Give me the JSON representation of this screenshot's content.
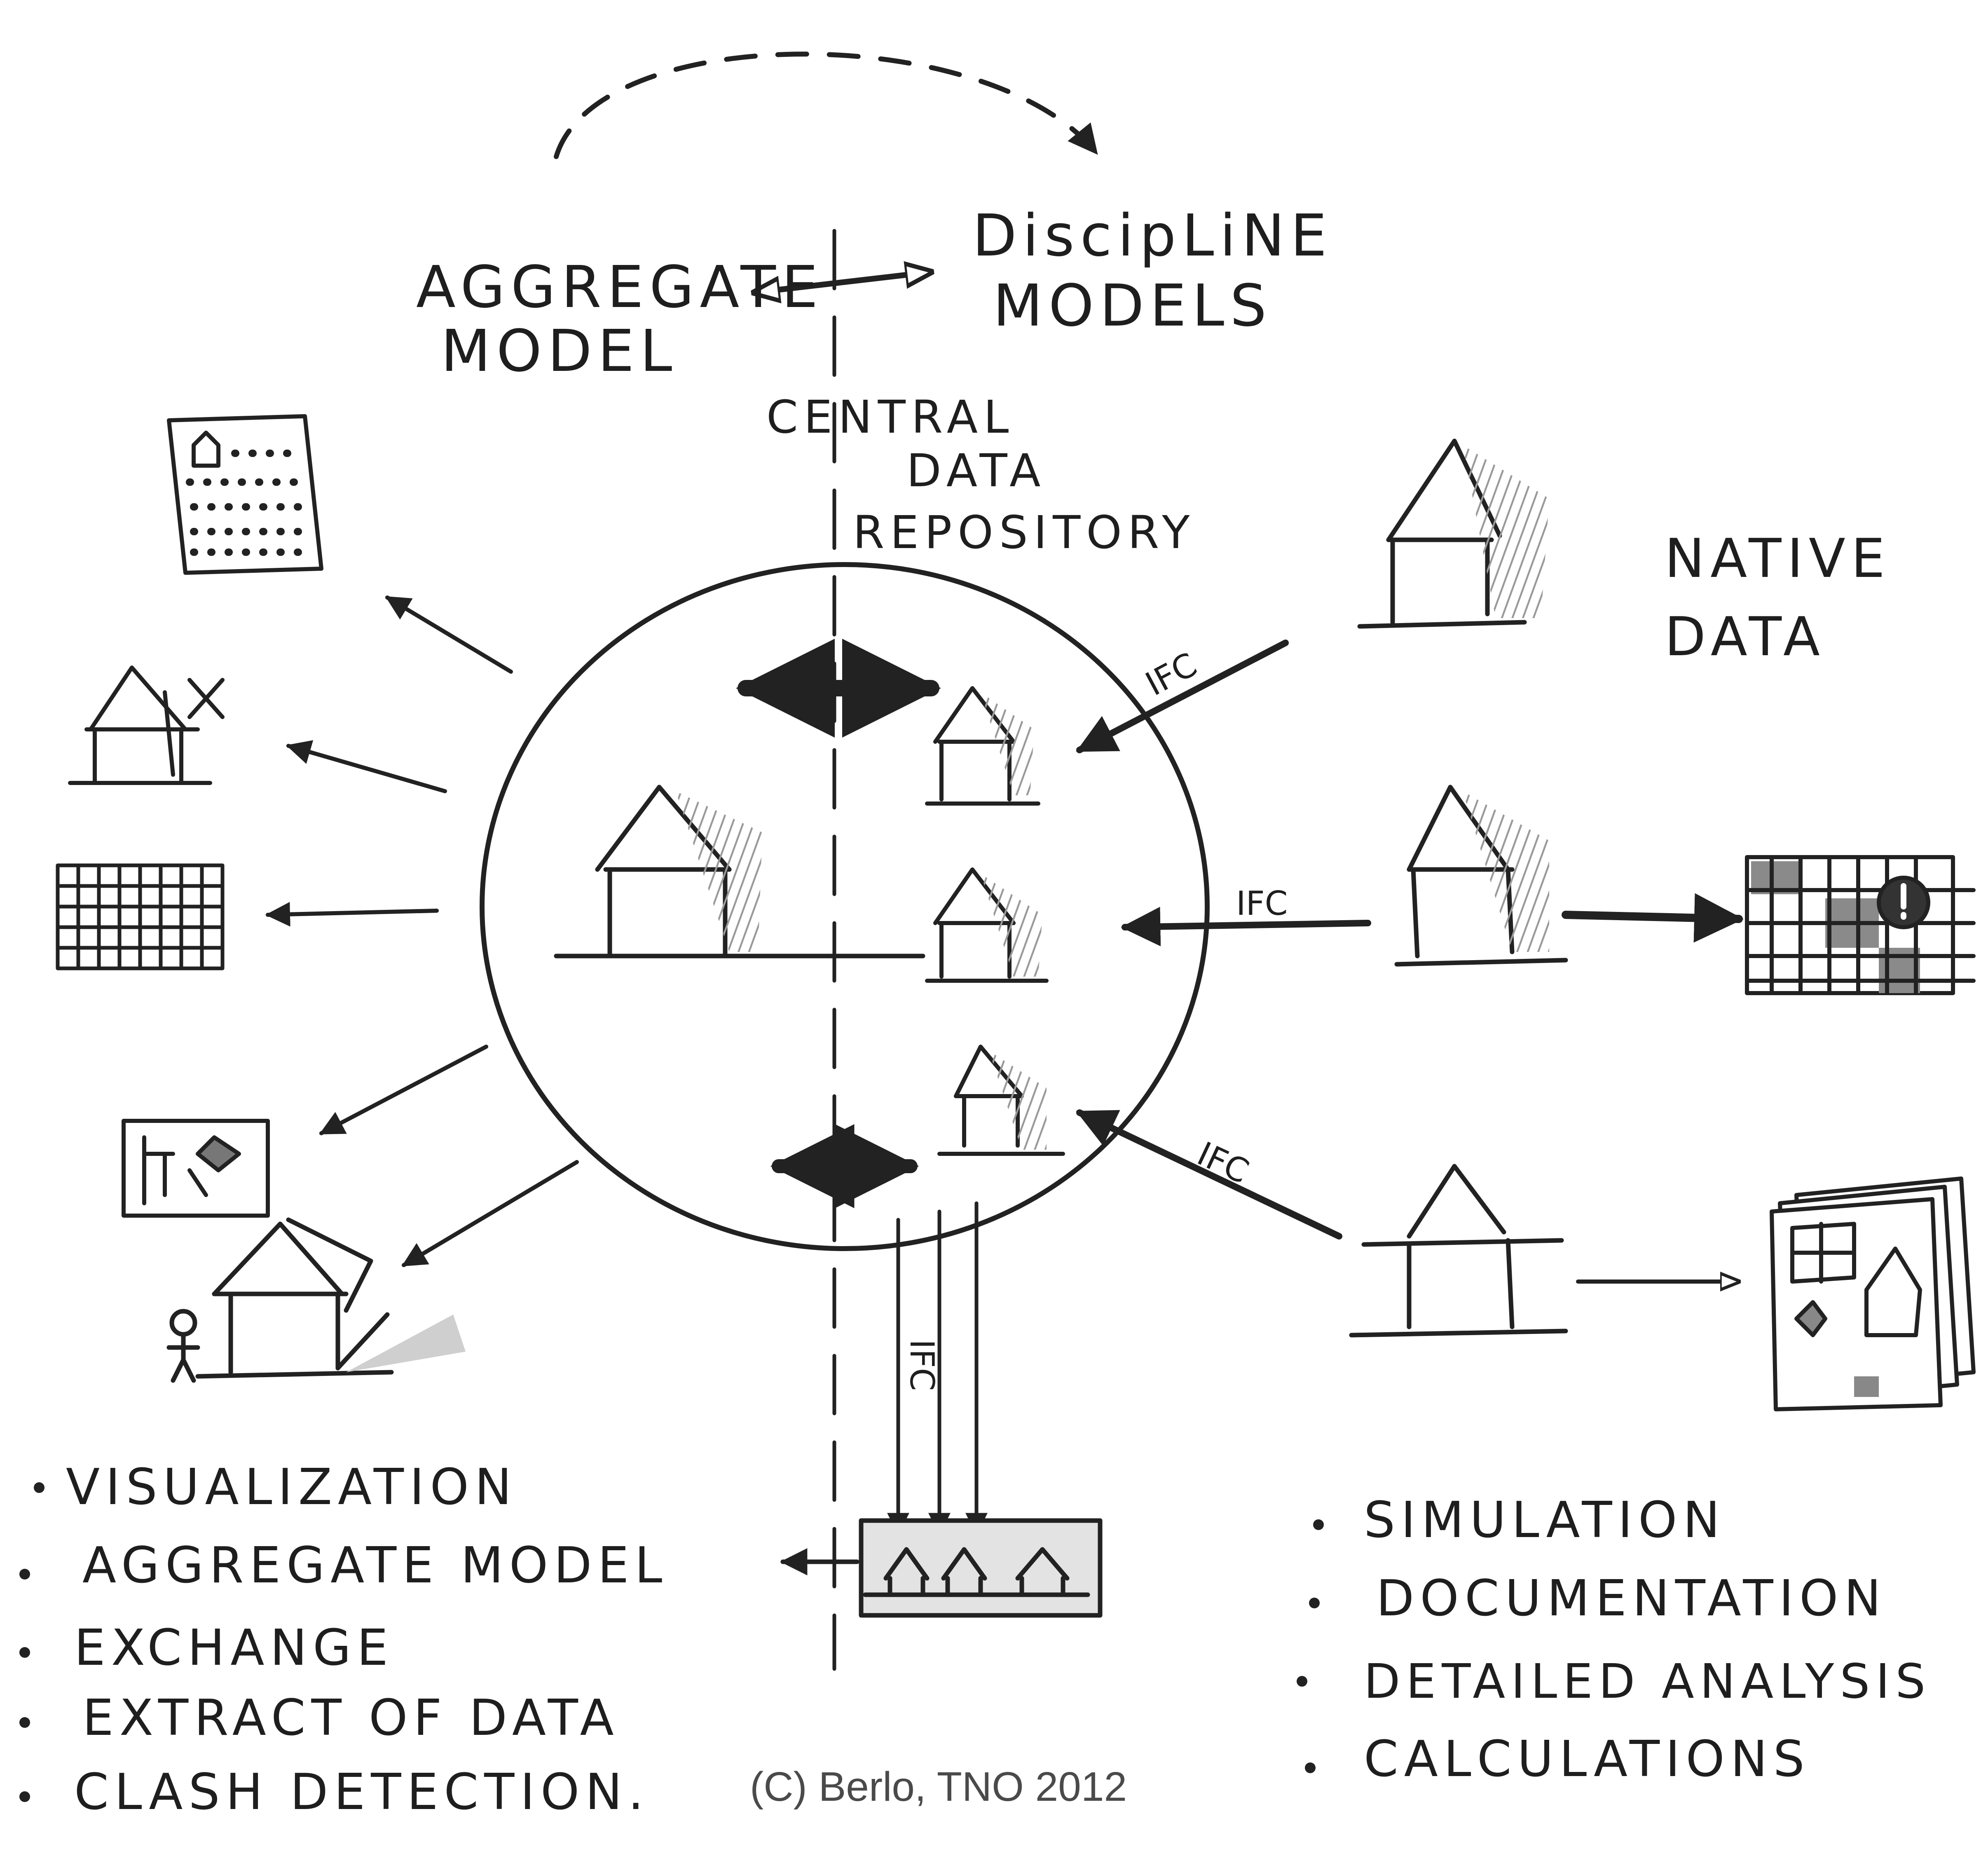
{
  "labels": {
    "aggregate": [
      "AGGREGATE",
      "MODEL"
    ],
    "discipline": [
      "DiscipLiNE",
      "MODELS"
    ],
    "repository": [
      "CENTRAL",
      "DATA",
      "REPOSITORY"
    ],
    "native": [
      "NATIVE",
      "DATA"
    ],
    "ifc": "IFC"
  },
  "left_list": [
    "VISUALIZATION",
    "AGGREGATE MODEL",
    "EXCHANGE",
    "EXTRACT OF DATA",
    "CLASH DETECTION."
  ],
  "right_list": [
    "SIMULATION",
    "DOCUMENTATION",
    "DETAILED ANALYSIS",
    "CALCULATIONS"
  ],
  "credit": "(C) Berlo, TNO 2012",
  "colors": {
    "ink": "#222222",
    "shade": "#9a9a9a",
    "background": "#ffffff"
  }
}
